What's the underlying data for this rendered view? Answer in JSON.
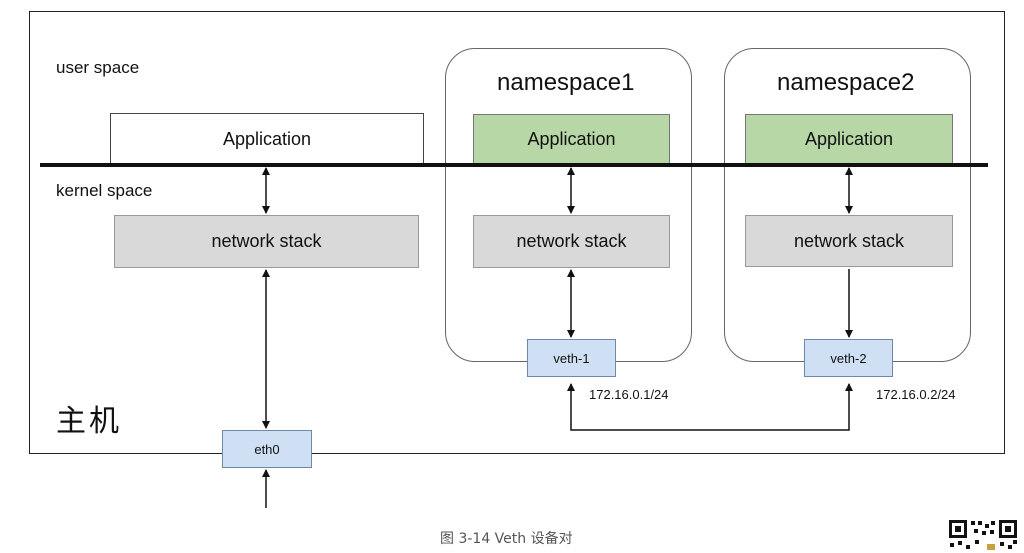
{
  "labels": {
    "user_space": "user space",
    "kernel_space": "kernel space",
    "host": "主机"
  },
  "host_side": {
    "application": "Application",
    "network_stack": "network stack",
    "nic": "eth0"
  },
  "namespaces": [
    {
      "title": "namespace1",
      "application": "Application",
      "network_stack": "network stack",
      "veth": "veth-1",
      "ip": "172.16.0.1/24"
    },
    {
      "title": "namespace2",
      "application": "Application",
      "network_stack": "network stack",
      "veth": "veth-2",
      "ip": "172.16.0.2/24"
    }
  ],
  "caption": "图 3-14 Veth 设备对",
  "colors": {
    "app_green": "#b8d7a6",
    "stack_gray": "#d9d9d9",
    "iface_blue": "#cfe0f4",
    "kernel_line": "#111111"
  }
}
